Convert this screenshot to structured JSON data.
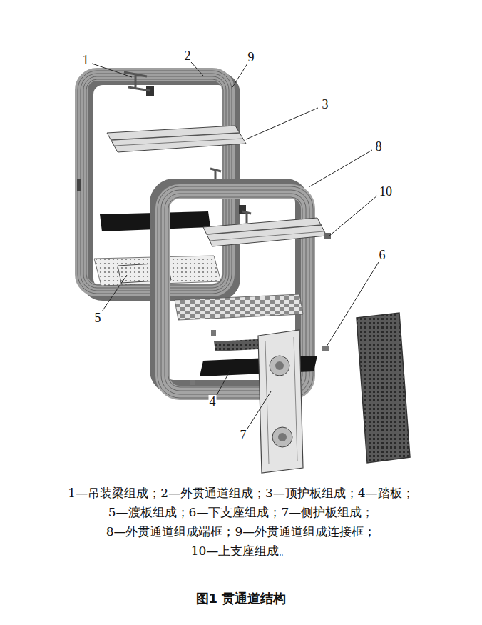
{
  "diagram": {
    "caption": "图1 贯通道结构",
    "labels": [
      "1",
      "2",
      "9",
      "3",
      "8",
      "10",
      "6",
      "5",
      "4",
      "7",
      "1—吊装梁组成；2—外贯通道组成；3—顶护板组成；4—踏板；",
      "5—渡板组成；6—下支座组成；7—侧护板组成；",
      "8—外贯通道组成端框；9—外贯通道组成连接框；",
      "10—上支座组成。"
    ]
  }
}
